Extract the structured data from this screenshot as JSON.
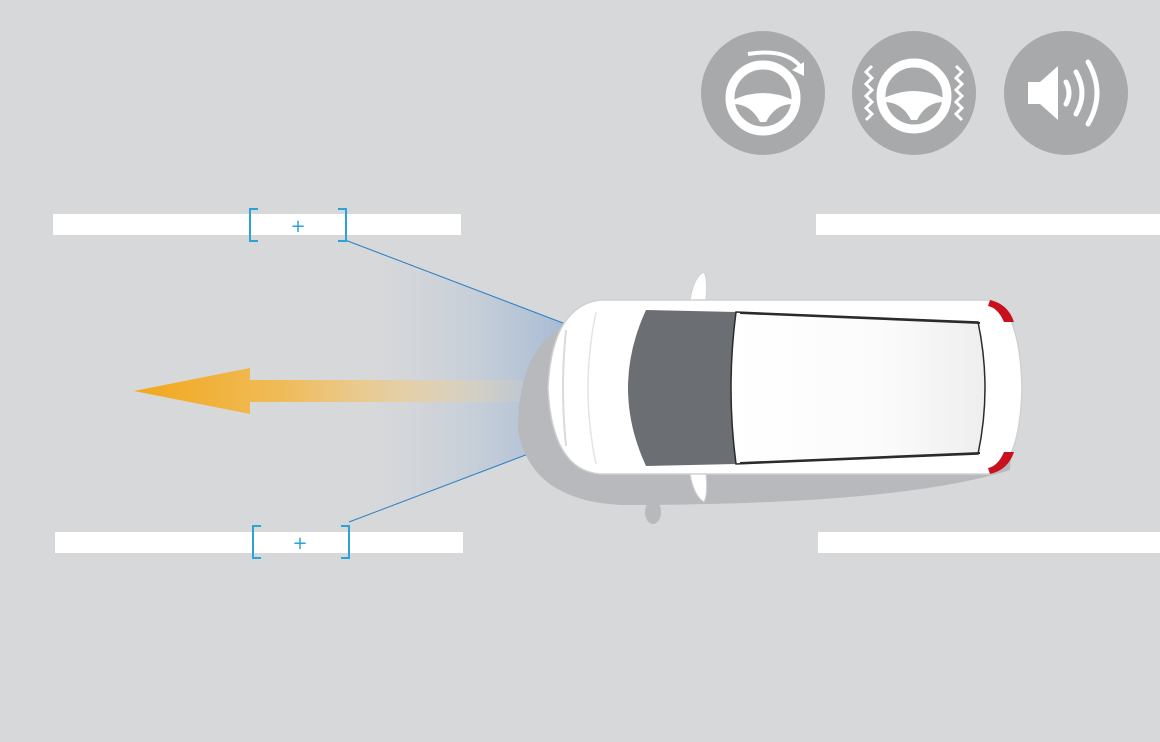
{
  "colors": {
    "road": "#d7d8da",
    "lane_marking": "#ffffff",
    "icon_circle": "#a7a9ab",
    "icon_glyph": "#ffffff",
    "camera_target": "#2aa3d6",
    "sensor_beam": "#2f6fb5",
    "direction_arrow": "#f2a71b",
    "car_body": "#ffffff",
    "car_glass": "#6b6e72",
    "car_shadow": "#b7b9bc",
    "tail_light": "#c8101e"
  },
  "icons": [
    {
      "name": "steering-correction-icon"
    },
    {
      "name": "steering-vibration-icon"
    },
    {
      "name": "audible-alert-icon"
    }
  ],
  "lane_targets": [
    {
      "name": "upper-lane-target",
      "marker": "+"
    },
    {
      "name": "lower-lane-target",
      "marker": "+"
    }
  ],
  "vehicle": {
    "name": "vehicle",
    "heading": "left"
  }
}
